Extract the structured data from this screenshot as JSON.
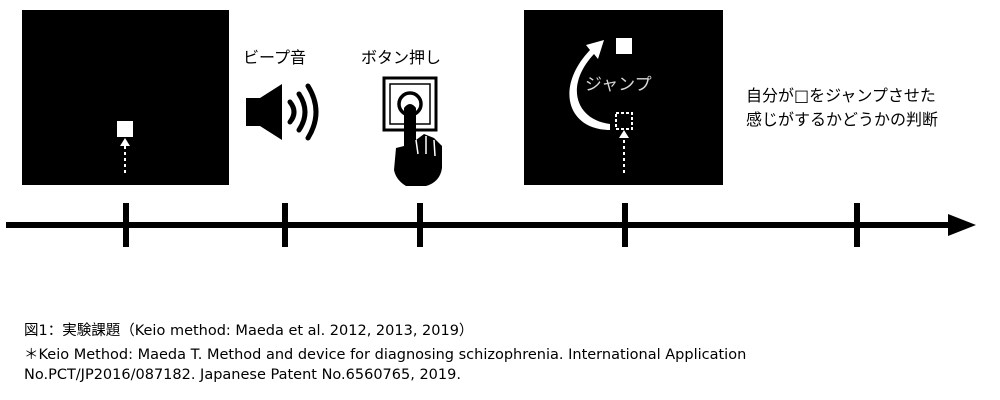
{
  "labels": {
    "beep": "ビープ音",
    "button_press": "ボタン押し",
    "jump": "ジャンプ",
    "judgment_line1": "自分が□をジャンプさせた",
    "judgment_line2": "感じがするかどうかの判断"
  },
  "caption": {
    "line1": "図1：実験課題（Keio method: Maeda et al. 2012, 2013, 2019）",
    "line2": "＊Keio Method: Maeda T. Method and device for diagnosing schizophrenia. International Application",
    "line3": "No.PCT/JP2016/087182. Japanese Patent No.6560765, 2019."
  },
  "icons": {
    "speaker": "speaker-sound-icon",
    "press": "finger-press-button-icon",
    "jump": "curved-jump-arrow-icon"
  },
  "colors": {
    "panel": "#000000",
    "marker": "#ffffff",
    "timeline": "#000000",
    "jump_text": "#d8d8d8"
  }
}
